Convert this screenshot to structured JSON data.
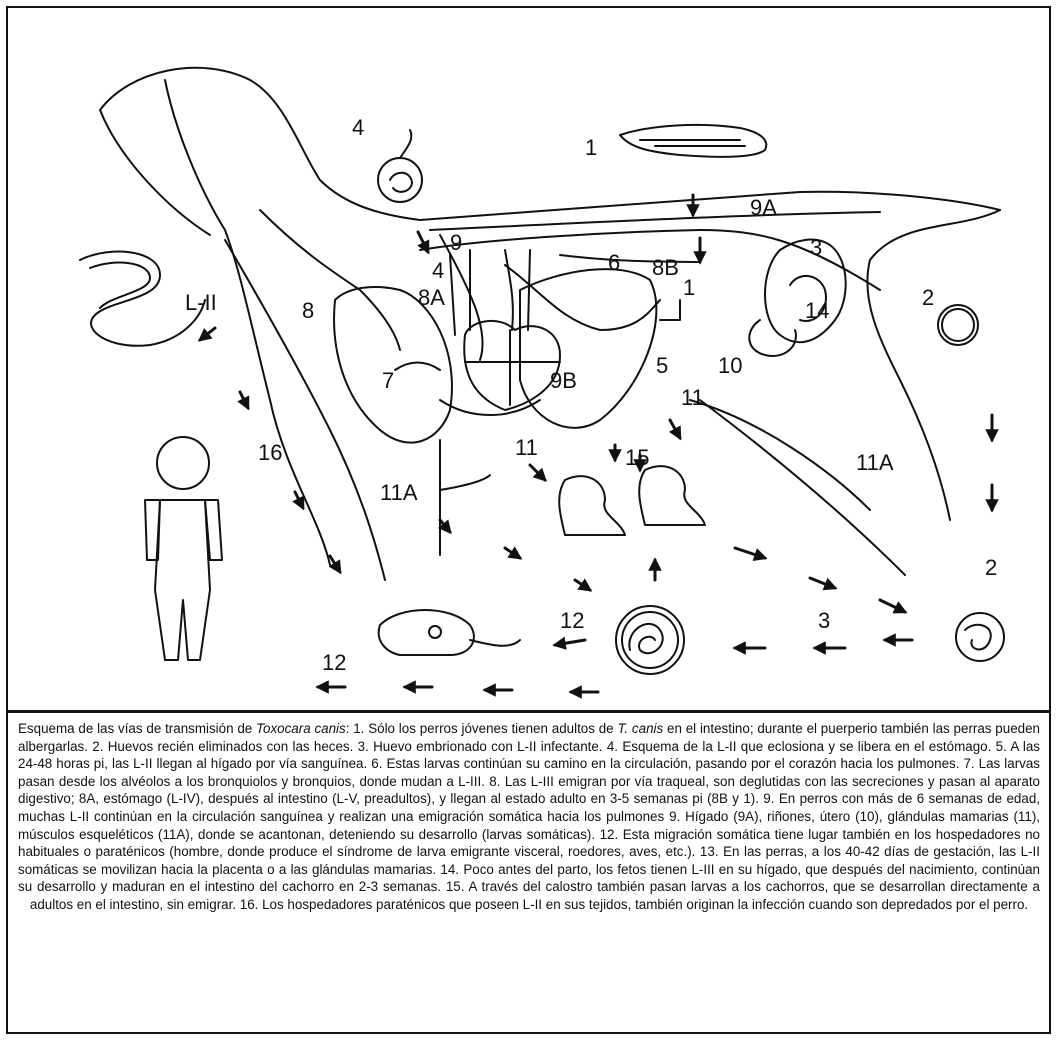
{
  "diagram": {
    "labels": {
      "l1": "1",
      "l9a": "9A",
      "l9": "9",
      "l4a": "4",
      "l4b": "4",
      "l8a": "8A",
      "l6": "6",
      "l8b": "8B",
      "l1b": "1",
      "l3": "3",
      "l14": "14",
      "l2a": "2",
      "l8": "8",
      "lLII": "L-II",
      "l7": "7",
      "l9b": "9B",
      "l5": "5",
      "l10": "10",
      "l11a": "11",
      "l11b": "11",
      "l11A_a": "11A",
      "l11A_b": "11A",
      "l16": "16",
      "l15": "15",
      "l2b": "2",
      "l3b": "3",
      "l12a": "12",
      "l12b": "12"
    }
  },
  "caption": {
    "pre": "Esquema de las vías de transmisión de ",
    "species": "Toxocara canis",
    "mid": ": 1. Sólo los perros jóvenes tienen adultos de ",
    "species_short": "T. canis",
    "post": " en el intestino; durante el puerperio también las perras pueden albergarlas. 2. Huevos recién eliminados con las heces. 3. Huevo embrionado con L-II infectante. 4. Esquema de la L-II que eclosiona y se libera en el estómago. 5. A las 24-48 horas pi, las L-II llegan al hígado por vía sanguínea. 6. Estas larvas continúan su camino en la circulación, pasando por el corazón hacia los pulmones. 7. Las larvas pasan desde los alvéolos a los bronquiolos y bronquios, donde mudan a L-III. 8. Las L-III emigran por vía traqueal, son deglutidas con las secreciones y pasan al aparato digestivo; 8A, estómago (L-IV), después al intestino (L-V, preadultos), y llegan al estado adulto en 3-5 semanas pi (8B y 1). 9. En perros con más de 6 semanas de edad, muchas L-II continúan en la circulación sanguínea y realizan una emigración somática hacia los pulmones 9. Hígado (9A), riñones, útero (10), glándulas mamarias (11), músculos esqueléticos (11A), donde se acantonan, deteniendo su desarrollo (larvas somáticas). 12. Esta migración somática tiene lugar también en los hospedadores no habituales o paraténicos (hombre, donde produce el síndrome de larva emigrante visceral, roedores, aves, etc.). 13. En las perras, a los 40-42 días de gestación, las L-II somáticas se movilizan hacia la placenta o a las glándulas mamarias. 14. Poco antes del parto, los fetos tienen L-III en su hígado, que después del nacimiento, continúan su desarrollo y maduran en el intestino del cachorro en 2-3 semanas. 15. A través del calostro también pasan larvas a los cachorros, que se desarrollan directamente a adultos en el intestino, sin emigrar. 16. Los hospedadores paraténicos que poseen L-II en sus tejidos, también originan la infección cuando son depredados por el perro."
  }
}
